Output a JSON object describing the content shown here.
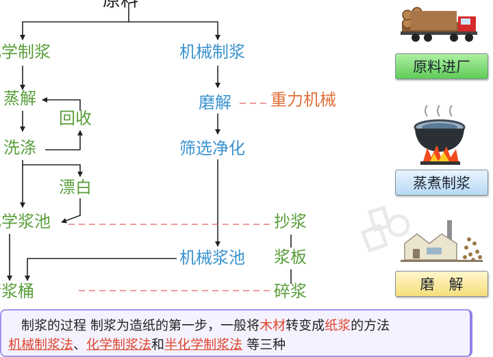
{
  "diagram": {
    "top_node": "原料",
    "left_branch": {
      "title": "化学制浆",
      "steps": [
        "蒸解",
        "洗涤",
        "漂白"
      ],
      "recycle": "回收",
      "pool": "化学浆池"
    },
    "right_branch": {
      "title": "机械制浆",
      "steps": [
        "磨解",
        "筛选净化"
      ],
      "machine": "重力机械",
      "pool": "机械浆池"
    },
    "tank": "储浆桶",
    "outputs": [
      "抄浆",
      "浆板",
      "碎浆"
    ]
  },
  "side_panel": {
    "buttons": [
      {
        "label": "原料进厂",
        "icon": "log-truck-icon"
      },
      {
        "label": "蒸煮制浆",
        "icon": "cooking-pot-icon"
      },
      {
        "label": "磨　解",
        "icon": "factory-icon"
      }
    ]
  },
  "caption": {
    "prefix": "制浆的过程 制浆为造纸的第一步，一般将",
    "hl1": "木材",
    "mid1": "转变成",
    "hl2": "纸浆",
    "mid2": "的方法",
    "line2_m1": "机械制浆法",
    "line2_s1": "、",
    "line2_m2": "化学制浆法",
    "line2_s2": "和",
    "line2_m3": "半化学制浆法",
    "line2_s3": " 等三种"
  },
  "colors": {
    "left_text": "#5a9e3a",
    "right_text": "#3a92cf",
    "machine_text": "#e0703a",
    "dashed_line": "#e06060",
    "arrow": "#222222"
  }
}
